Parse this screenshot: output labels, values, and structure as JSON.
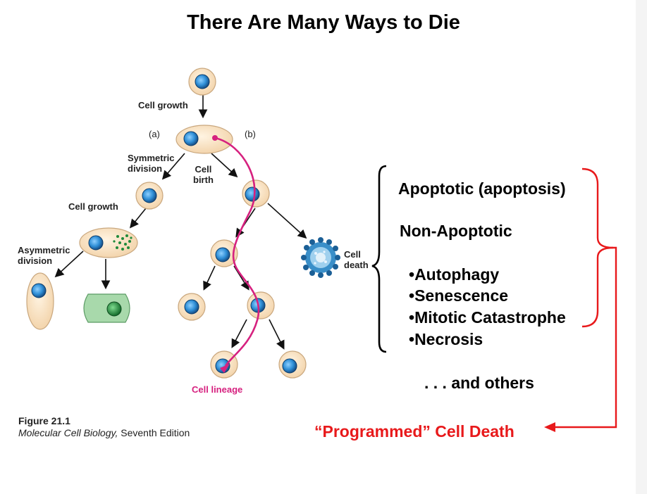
{
  "title": "There Are Many Ways to Die",
  "figure": {
    "labels": {
      "cell_growth_top": "Cell growth",
      "branch_a": "(a)",
      "branch_b": "(b)",
      "symmetric_division": "Symmetric\ndivision",
      "cell_birth": "Cell\nbirth",
      "cell_growth_left": "Cell growth",
      "asymmetric_division": "Asymmetric\ndivision",
      "cell_death": "Cell\ndeath",
      "cell_lineage": "Cell lineage"
    },
    "caption_title": "Figure 21.1",
    "caption_book": "Molecular Cell Biology,",
    "caption_edition": " Seventh Edition",
    "colors": {
      "cell_fill": "#f5dcb8",
      "nucleus": "#2e8ed6",
      "differentiated_cell": "#9fd3a3",
      "differentiated_nucleus": "#1f8a3b",
      "lineage": "#d6217f",
      "bracket": "#e8191b"
    }
  },
  "death_types": {
    "apoptotic": "Apoptotic (apoptosis)",
    "non_apoptotic": "Non-Apoptotic",
    "items": [
      "Autophagy",
      "Senescence",
      "Mitotic Catastrophe",
      "Necrosis"
    ],
    "others": ". . . and others"
  },
  "programmed": "“Programmed” Cell Death"
}
